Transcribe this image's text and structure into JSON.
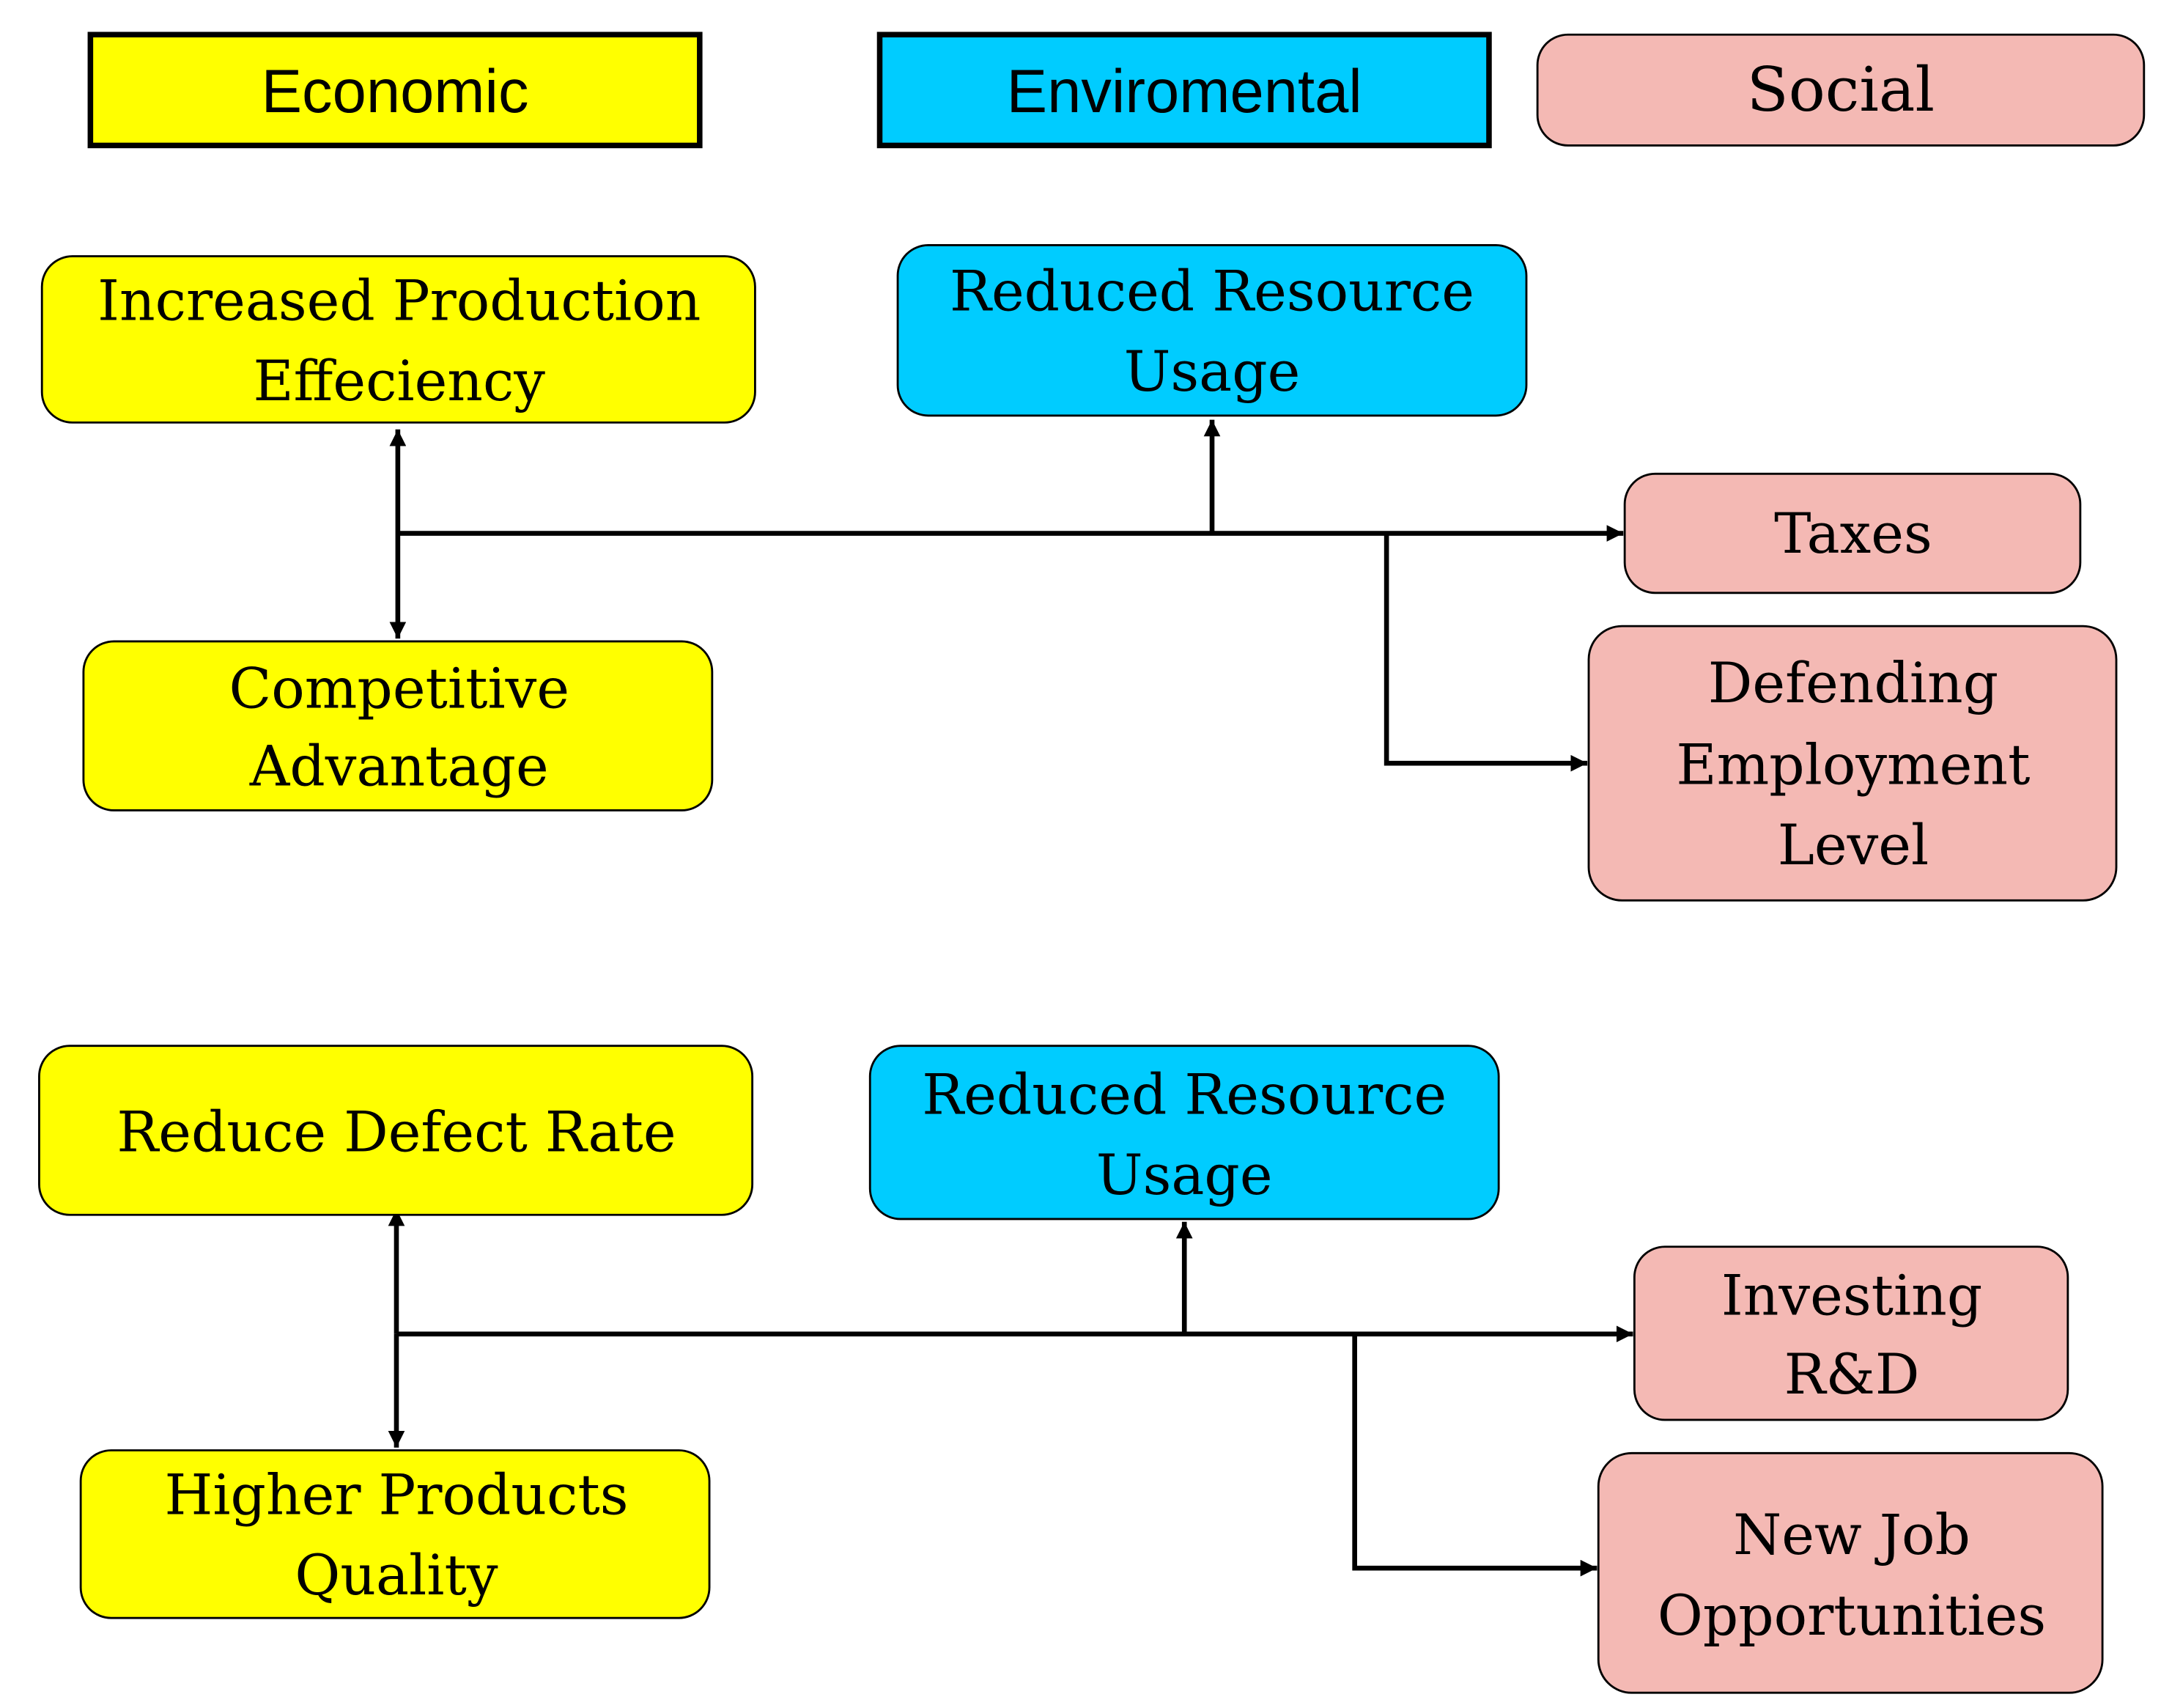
{
  "legend": {
    "economic": {
      "label": "Economic",
      "color": "#ffff00"
    },
    "environmental": {
      "label": "Enviromental",
      "color": "#00ccff"
    },
    "social": {
      "label": "Social",
      "color": "#f4b9b4"
    }
  },
  "group1": {
    "increased_production": [
      "Increased Production",
      "Effeciency"
    ],
    "reduced_resource": [
      "Reduced Resource",
      "Usage"
    ],
    "taxes": [
      "Taxes"
    ],
    "competitive_advantage": [
      "Competitive",
      "Advantage"
    ],
    "defending_employment": [
      "Defending",
      "Employment",
      "Level"
    ]
  },
  "group2": {
    "reduce_defect": [
      "Reduce Defect Rate"
    ],
    "reduced_resource": [
      "Reduced Resource",
      "Usage"
    ],
    "investing_rd": [
      "Investing",
      "R&D"
    ],
    "higher_quality": [
      "Higher Products",
      "Quality"
    ],
    "new_jobs": [
      "New Job",
      "Opportunities"
    ]
  }
}
